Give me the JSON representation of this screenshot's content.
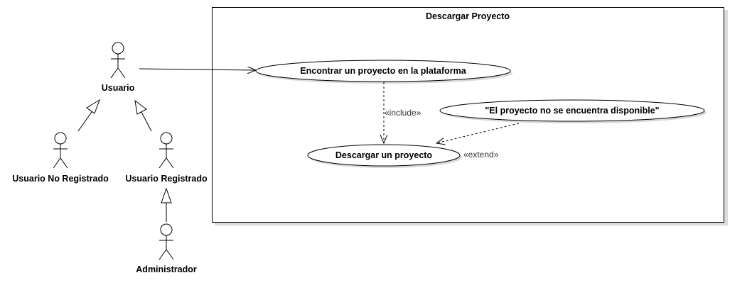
{
  "system": {
    "title": "Descargar Proyecto"
  },
  "actors": {
    "usuario": "Usuario",
    "no_registrado": "Usuario No Registrado",
    "registrado": "Usuario Registrado",
    "administrador": "Administrador"
  },
  "use_cases": {
    "encontrar": "Encontrar un proyecto en la plataforma",
    "descargar": "Descargar un proyecto",
    "no_disponible": "\"El proyecto no se encuentra disponible\""
  },
  "relations": {
    "include": "«include»",
    "extend": "«extend»"
  },
  "colors": {
    "line": "#000000",
    "shadow": "#d9d9d9",
    "stereotype_text": "#333333"
  }
}
